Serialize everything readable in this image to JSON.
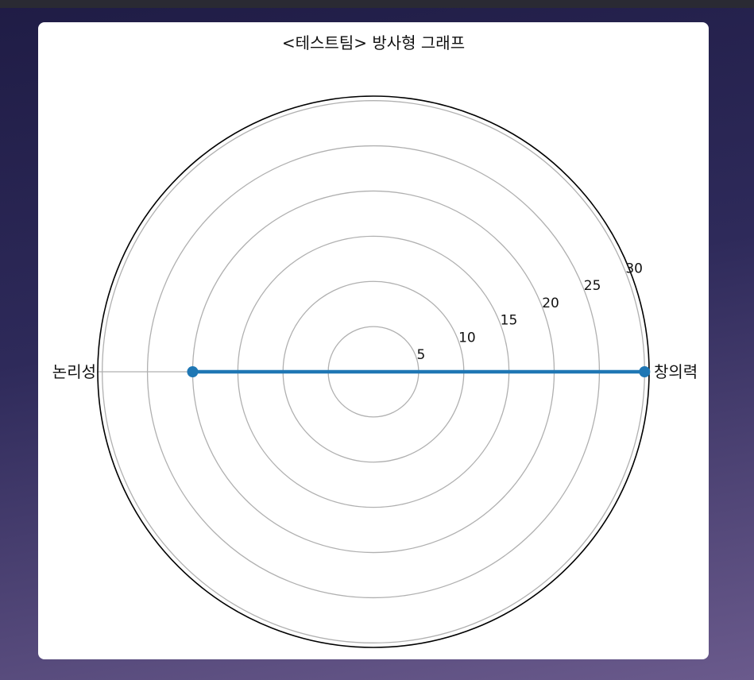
{
  "chart_data": {
    "type": "radar",
    "title": "<테스트팀> 방사형 그래프",
    "categories": [
      "창의력",
      "논리성"
    ],
    "series": [
      {
        "values": [
          30,
          20
        ],
        "color": "#1f77b4"
      }
    ],
    "rlim": [
      0,
      30.5
    ],
    "rticks": [
      5,
      10,
      15,
      20,
      25,
      30
    ],
    "rtick_labels": [
      "5",
      "10",
      "15",
      "20",
      "25",
      "30"
    ],
    "grid": true
  }
}
